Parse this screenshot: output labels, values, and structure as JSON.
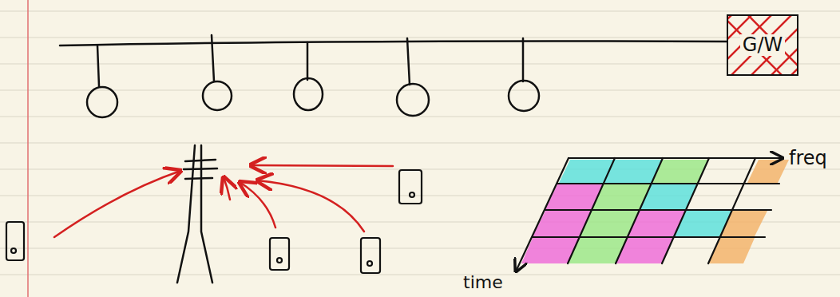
{
  "diagram": {
    "nodes": [
      {
        "text": [
          "G/W"
        ]
      }
    ],
    "labels": [
      "freq",
      "time"
    ]
  }
}
